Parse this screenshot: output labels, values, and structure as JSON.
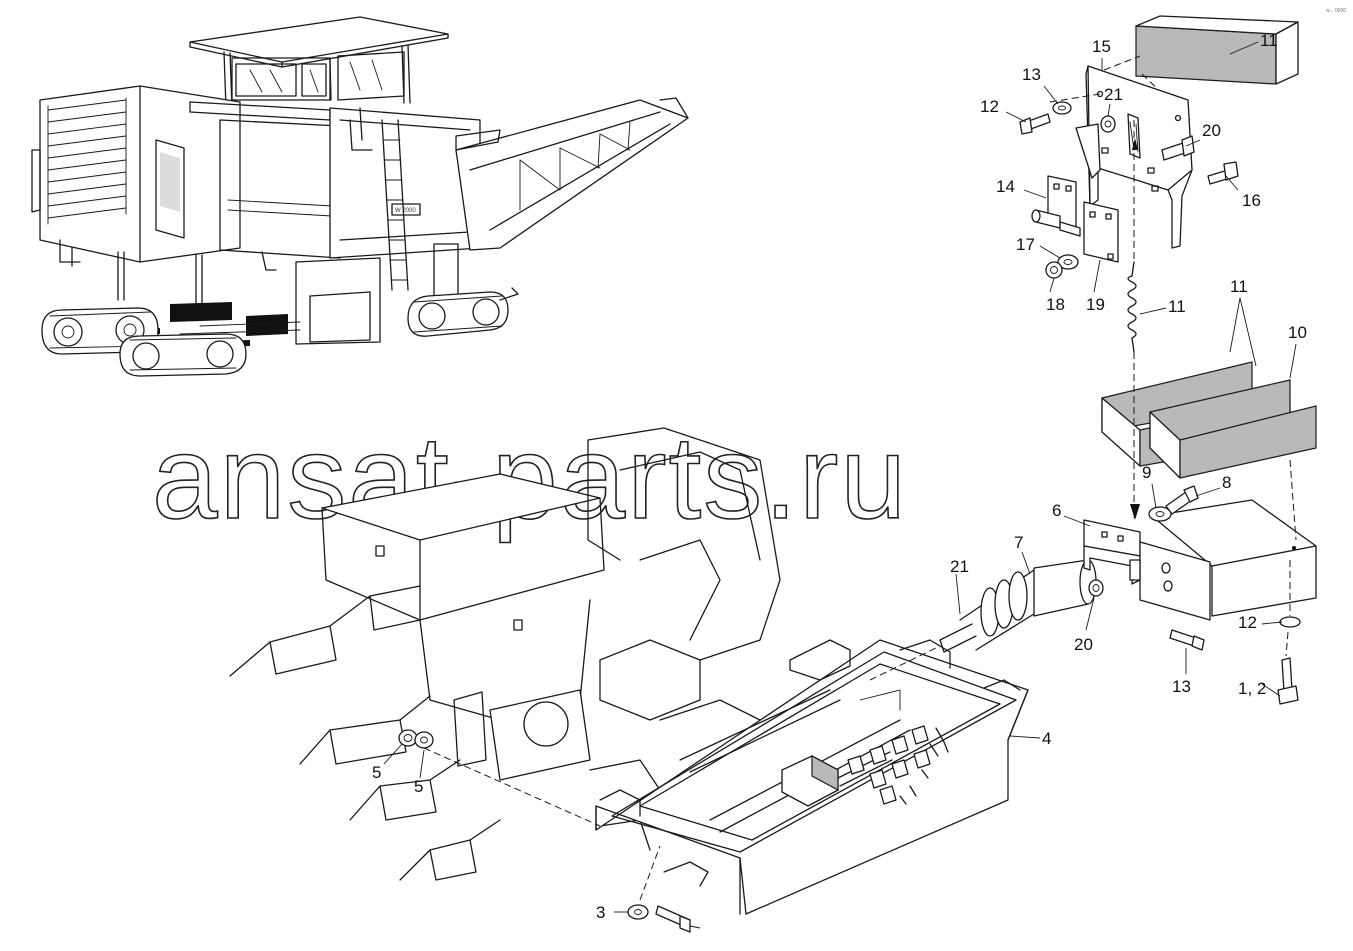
{
  "watermark": "ansat-parts.ru",
  "machine_badge": "W 2000",
  "corner_mark": "w... 0000",
  "callouts": [
    "11",
    "15",
    "13",
    "21",
    "12",
    "20",
    "14",
    "16",
    "17",
    "18",
    "19",
    "11",
    "11",
    "10",
    "9",
    "8",
    "6",
    "7",
    "21",
    "20",
    "13",
    "12",
    "1, 2",
    "4",
    "5",
    "5",
    "3"
  ]
}
